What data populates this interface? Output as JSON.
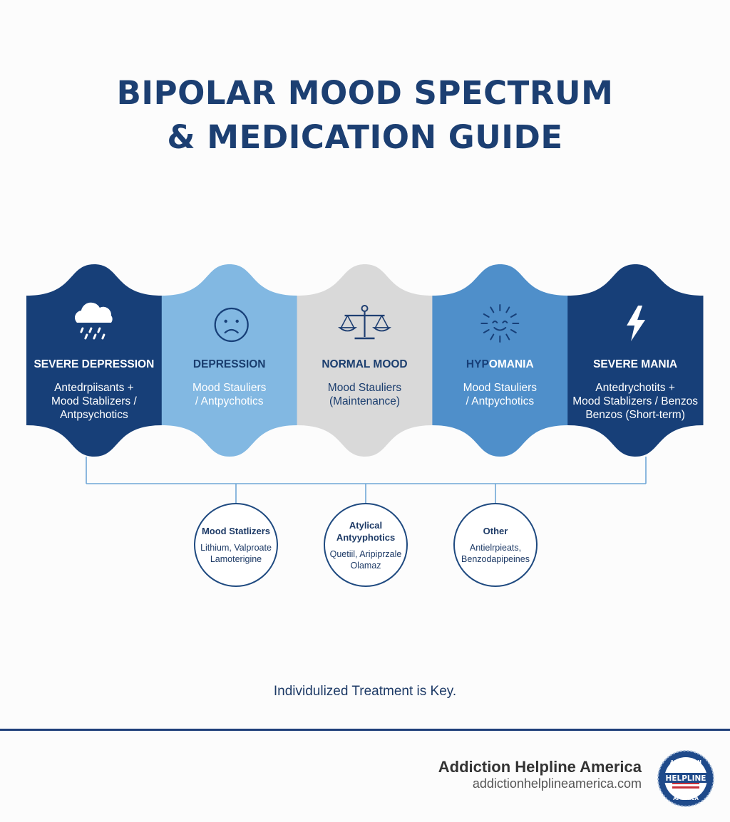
{
  "title": {
    "line1": "BIPOLAR MOOD SPECTRUM",
    "line2": "& MEDICATION GUIDE"
  },
  "spectrum": [
    {
      "label": "SEVERE DEPRESSION",
      "meds": [
        "Antedrpiisants +",
        "Mood Stablizers /",
        "Antpsychotics"
      ],
      "color": "#173f78",
      "text_color": "#ffffff",
      "icon": "rain-cloud-icon"
    },
    {
      "label": "DEPRESSION",
      "meds": [
        "Mood Stauliers",
        "/ Antpychotics"
      ],
      "color": "#82b8e2",
      "text_color": "#1a3d6e",
      "label_color": "#1a3d6e",
      "meds_color": "#ffffff",
      "icon": "sad-face-icon"
    },
    {
      "label": "NORMAL MOOD",
      "meds": [
        "Mood Stauliers",
        "(Maintenance)"
      ],
      "color": "#d9d9d9",
      "text_color": "#1a3d6e",
      "icon": "balance-scale-icon"
    },
    {
      "label_parts": [
        "HYP",
        "OMANIA"
      ],
      "label": "HYPOMANIA",
      "meds": [
        "Mood Stauliers",
        "/ Antpychotics"
      ],
      "color": "#4f8fca",
      "text_color": "#ffffff",
      "label_first_color": "#173f78",
      "icon": "sun-smile-icon"
    },
    {
      "label": "SEVERE MANIA",
      "meds": [
        "Antedrychotits +",
        "Mood Stablizers / Benzos",
        "Benzos (Short-term)"
      ],
      "color": "#173f78",
      "text_color": "#ffffff",
      "icon": "lightning-icon"
    }
  ],
  "medication_classes": [
    {
      "title": "Mood Statlizers",
      "drugs": "Lithium, Valproate\nLamoterigine"
    },
    {
      "title": "Atylical\nAntyyphotics",
      "drugs": "Quetiil, Aripiprzale\nOlamaz"
    },
    {
      "title": "Other",
      "drugs": "Antielrpieats,\nBenzodapipeines"
    }
  ],
  "tagline": "Individulized Treatment is Key.",
  "footer": {
    "brand_name": "Addiction Helpline America",
    "brand_url": "addictionhelplineamerica.com",
    "logo_text": [
      "ADDICTION",
      "HELPLINE",
      "AMERICA"
    ]
  },
  "colors": {
    "navy": "#173f78",
    "light_blue": "#82b8e2",
    "gray": "#d9d9d9",
    "mid_blue": "#4f8fca",
    "connector": "#6fa6d6"
  }
}
